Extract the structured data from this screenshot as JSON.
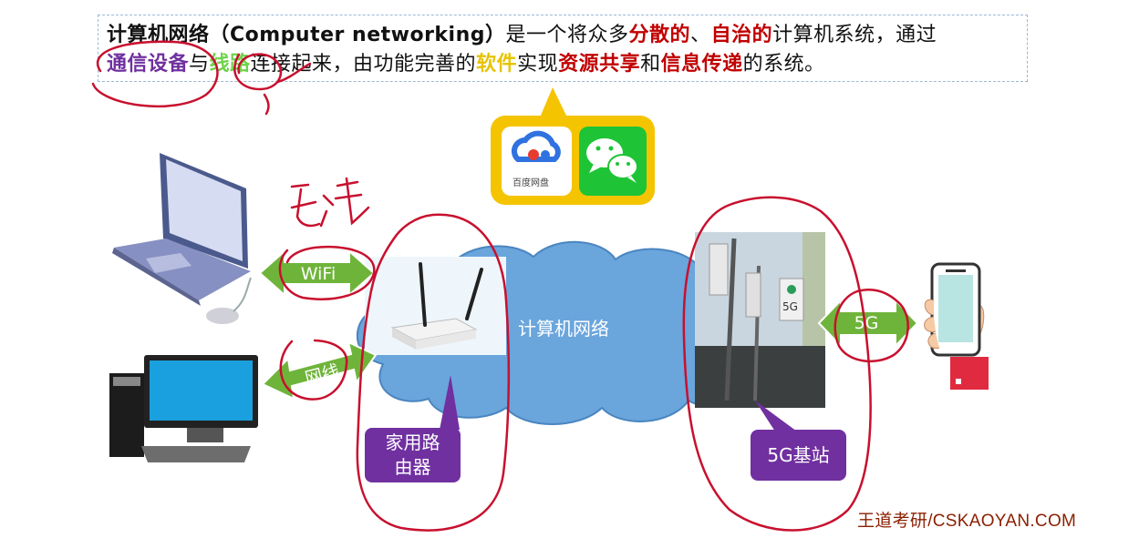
{
  "definition": {
    "line1": [
      {
        "text": "计算机网络（Computer networking）",
        "style": "b"
      },
      {
        "text": "是一个将众多",
        "style": ""
      },
      {
        "text": "分散的",
        "style": "red"
      },
      {
        "text": "、",
        "style": ""
      },
      {
        "text": "自治的",
        "style": "red"
      },
      {
        "text": "计算机系统，通过",
        "style": ""
      }
    ],
    "line2": [
      {
        "text": "通信设备",
        "style": "purple"
      },
      {
        "text": "与",
        "style": ""
      },
      {
        "text": "线路",
        "style": "green"
      },
      {
        "text": "连接起来，由功能完善的",
        "style": ""
      },
      {
        "text": "软件",
        "style": "yellow"
      },
      {
        "text": "实现",
        "style": ""
      },
      {
        "text": "资源共享",
        "style": "red"
      },
      {
        "text": "和",
        "style": ""
      },
      {
        "text": "信息传递",
        "style": "red"
      },
      {
        "text": "的系统。",
        "style": ""
      }
    ]
  },
  "software_icons": {
    "baidu_label": "百度网盘"
  },
  "network": {
    "cloud_label": "计算机网络",
    "wifi_label": "WiFi",
    "cable_label": "网线",
    "fiveg_label": "5G",
    "router_label": "家用路由器",
    "router_label_line1": "家用路",
    "router_label_line2": "由器",
    "basestation_label": "5G基站",
    "tower_badge": "5G"
  },
  "handwriting": {
    "wireless_note": "无线"
  },
  "footer": "王道考研/CSKAOYAN.COM",
  "colors": {
    "red": "#c00000",
    "purple": "#7030a0",
    "green_arrow": "#6fb43a",
    "cloud": "#5b9bd5",
    "annotation": "#c8102e",
    "software_bg": "#f5c400"
  }
}
